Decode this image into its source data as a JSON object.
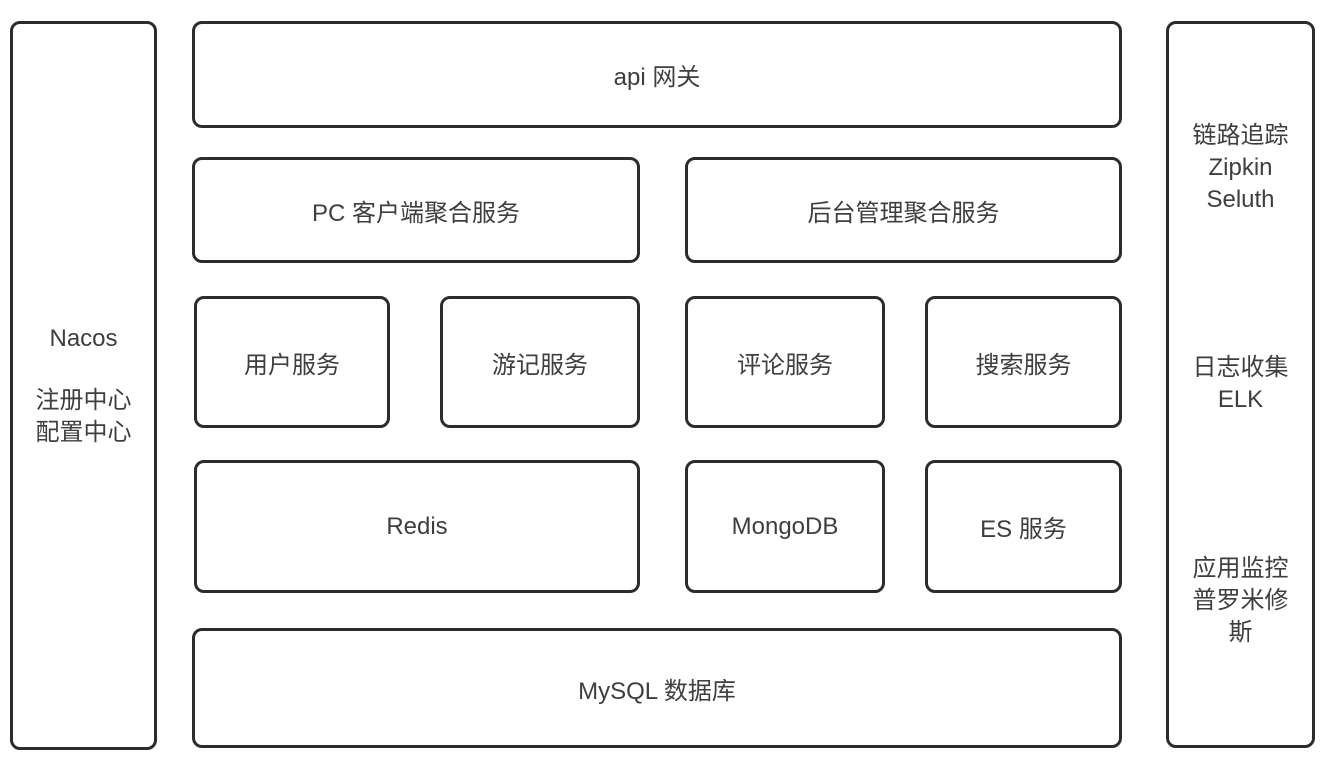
{
  "colors": {
    "border": "#2c2c2c",
    "text": "#3e3e3e",
    "background": "#ffffff"
  },
  "left_panel": {
    "title": "Nacos",
    "lines": [
      "注册中心",
      "配置中心"
    ]
  },
  "right_panel": {
    "groups": [
      {
        "name": "link-tracing",
        "lines": [
          "链路追踪",
          "Zipkin",
          "Seluth"
        ]
      },
      {
        "name": "log-collection",
        "lines": [
          "日志收集",
          "ELK"
        ]
      },
      {
        "name": "app-monitoring",
        "lines": [
          "应用监控",
          "普罗米修斯"
        ]
      }
    ]
  },
  "rows": [
    {
      "boxes": [
        {
          "label": "api 网关"
        }
      ]
    },
    {
      "boxes": [
        {
          "label": "PC 客户端聚合服务"
        },
        {
          "label": "后台管理聚合服务"
        }
      ]
    },
    {
      "boxes": [
        {
          "label": "用户服务"
        },
        {
          "label": "游记服务"
        },
        {
          "label": "评论服务"
        },
        {
          "label": "搜索服务"
        }
      ]
    },
    {
      "boxes": [
        {
          "label": "Redis"
        },
        {
          "label": "MongoDB"
        },
        {
          "label": "ES 服务"
        }
      ]
    },
    {
      "boxes": [
        {
          "label": "MySQL 数据库"
        }
      ]
    }
  ]
}
